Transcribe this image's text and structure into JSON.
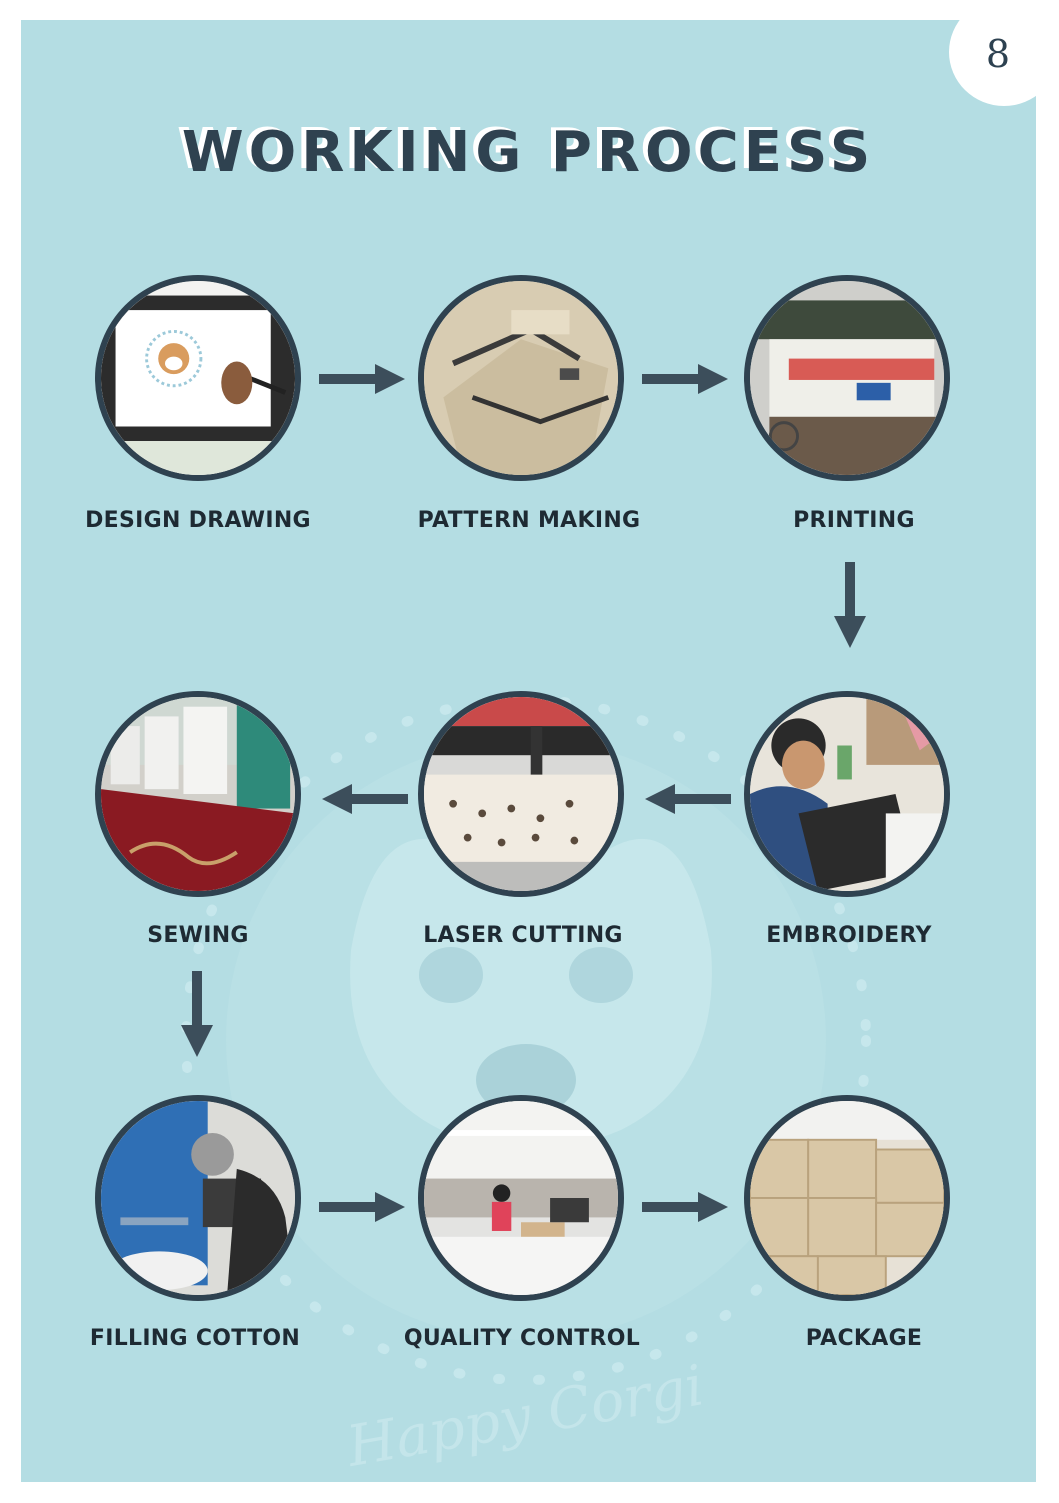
{
  "page_number": "8",
  "title": "WORKING PROCESS",
  "steps": [
    {
      "label": "DESIGN DRAWING",
      "icon": "design-drawing-photo"
    },
    {
      "label": "PATTERN MAKING",
      "icon": "pattern-making-photo"
    },
    {
      "label": "PRINTING",
      "icon": "printing-photo"
    },
    {
      "label": "EMBROIDERY",
      "icon": "embroidery-photo"
    },
    {
      "label": "LASER CUTTING",
      "icon": "laser-cutting-photo"
    },
    {
      "label": "SEWING",
      "icon": "sewing-photo"
    },
    {
      "label": "FILLING COTTON",
      "icon": "filling-cotton-photo"
    },
    {
      "label": "QUALITY CONTROL",
      "icon": "quality-control-photo"
    },
    {
      "label": "PACKAGE",
      "icon": "package-photo"
    }
  ],
  "watermark_text": "Happy Corgi",
  "colors": {
    "background": "#b4dde3",
    "accent": "#2f4250",
    "label": "#1e2a33"
  }
}
